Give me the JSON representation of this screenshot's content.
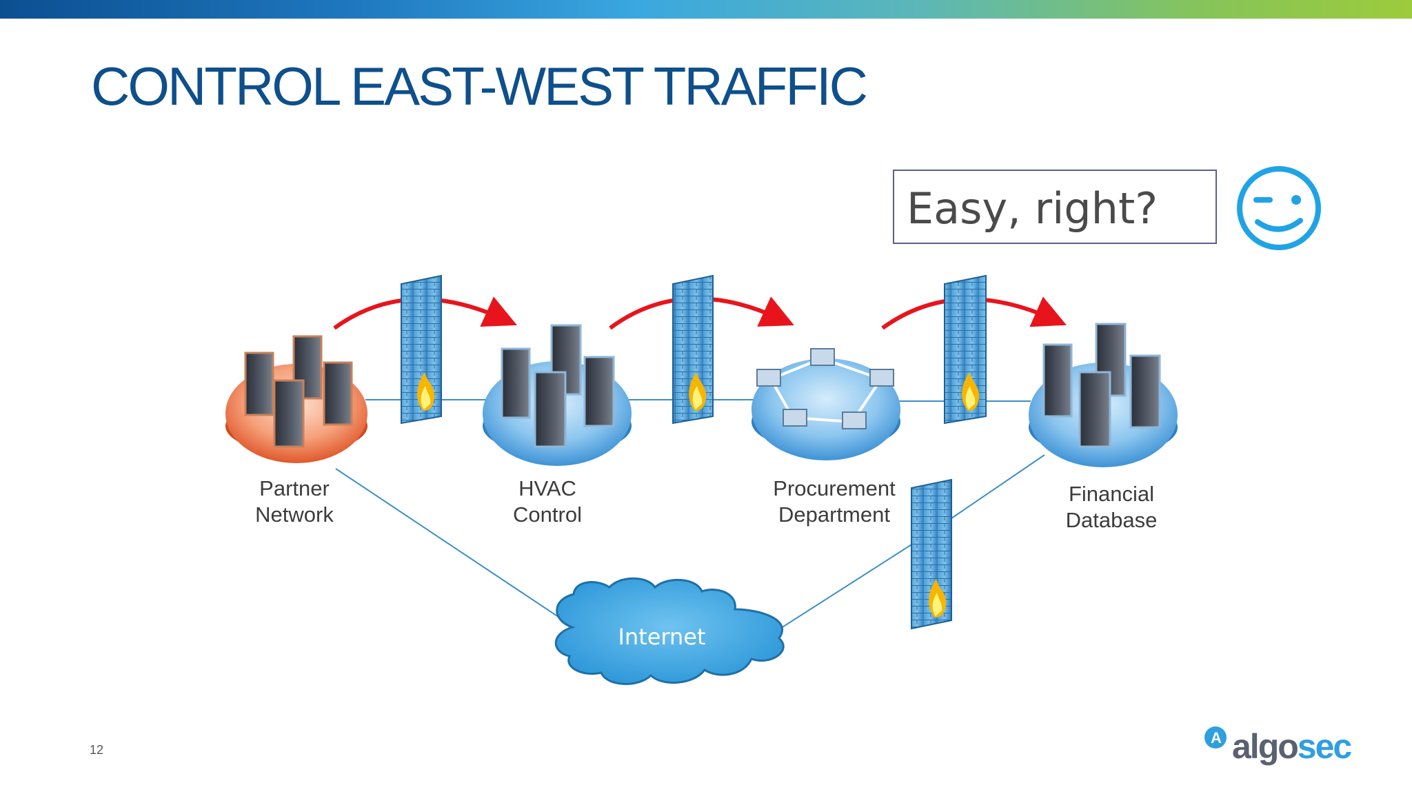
{
  "title": "CONTROL EAST-WEST TRAFFIC",
  "callout": "Easy, right?",
  "nodes": {
    "partner": "Partner\nNetwork",
    "hvac": "HVAC\nControl",
    "procurement": "Procurement\nDepartment",
    "financial": "Financial\nDatabase",
    "internet": "Internet"
  },
  "page_number": "12",
  "logo": {
    "prefix": "algo",
    "suffix": "sec"
  },
  "colors": {
    "title": "#0e4f8c",
    "arrow": "#e8141c",
    "platform_blue": "#5aa9e6",
    "platform_orange": "#f07a4a",
    "link": "#3a8fc8"
  }
}
